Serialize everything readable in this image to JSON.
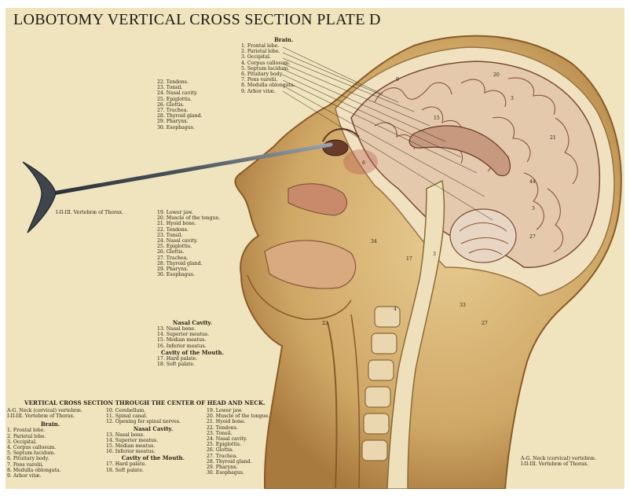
{
  "title": "LOBOTOMY VERTICAL CROSS SECTION PLATE D",
  "brain_legend": {
    "header": "Brain.",
    "items": [
      "1. Frontal lobe.",
      "2. Parietal lobe.",
      "3. Occipital.",
      "4. Corpus callosum.",
      "5. Septum lucidum.",
      "6. Pituitary body.",
      "7. Pons varolii.",
      "8. Medulla oblongata.",
      "9. Arbor vitæ."
    ]
  },
  "upper_list": [
    "22. Tendons.",
    "23. Tonsil.",
    "24. Nasal cavity.",
    "25. Epiglottis.",
    "26. Glottis.",
    "27. Trachea.",
    "28. Thyroid gland.",
    "29. Pharynx.",
    "30. Esophagus."
  ],
  "thorax_label": "I-II-III. Vertebræ of Thorax.",
  "middle_list": [
    "19. Lower jaw.",
    "20. Muscle of the tongue.",
    "21. Hyoid bone.",
    "22. Tendons.",
    "23. Tonsil.",
    "24. Nasal cavity.",
    "25. Epiglottis.",
    "26. Glottis.",
    "27. Trachea.",
    "28. Thyroid gland.",
    "29. Pharynx.",
    "30. Esophagus."
  ],
  "nasal_block": {
    "header": "Nasal Cavity.",
    "items": [
      "13. Nasal bone.",
      "14. Superior meatus.",
      "15. Median meatus.",
      "16. Inferior meatus."
    ],
    "mouth_header": "Cavity of the Mouth.",
    "mouth_items": [
      "17. Hard palate.",
      "18. Soft palate."
    ]
  },
  "caption": "VERTICAL CROSS SECTION THROUGH THE CENTER OF HEAD AND NECK.",
  "bottom": {
    "col1_top": [
      "A-G. Neck (cervical) vertebræ.",
      "I-II-III. Vertebræ of Thorax."
    ],
    "col1_header": "Brain.",
    "col1_items": [
      "1. Frontal lobe.",
      "2. Parietal lobe.",
      "3. Occipital.",
      "4. Corpus callosum.",
      "5. Septum lucidum.",
      "6. Pituitary body.",
      "7. Pons varolii.",
      "8. Medulla oblongata.",
      "9. Arbor vitæ."
    ],
    "col2_top": [
      "10. Cerebellum.",
      "11. Spinal canal.",
      "12. Opening for spinal nerves."
    ],
    "col2_header": "Nasal Cavity.",
    "col2_items": [
      "13. Nasal bone.",
      "14. Superior meatus.",
      "15. Median meatus.",
      "16. Inferior meatus."
    ],
    "col2_header2": "Cavity of the Mouth.",
    "col2_items2": [
      "17. Hard palate.",
      "18. Soft palate."
    ],
    "col3_items": [
      "19. Lower jaw.",
      "20. Muscle of the tongue.",
      "21. Hyoid bone.",
      "22. Tendons.",
      "23. Tonsil.",
      "24. Nasal cavity.",
      "25. Epiglottis.",
      "26. Glottis.",
      "27. Trachea.",
      "28. Thyroid gland.",
      "29. Pharynx.",
      "30. Esophagus."
    ]
  },
  "bottom_right": [
    "A-G. Neck (cervical) vertebræ.",
    "I-II-III. Vertebræ of Thorax."
  ],
  "numbers": [
    "20",
    "3",
    "15",
    "21",
    "44",
    "3",
    "27",
    "33",
    "27",
    "23",
    "34",
    "17",
    "3",
    "4",
    "6",
    "9"
  ],
  "colors": {
    "paper": "#efe4bd",
    "skin": "#d6b47a",
    "skin_dark": "#9a6a34",
    "brain": "#e2c9ae",
    "brain_line": "#7a4a30",
    "bone": "#f1e6c8",
    "ink": "#2c2418",
    "steel": "#6a7078"
  }
}
